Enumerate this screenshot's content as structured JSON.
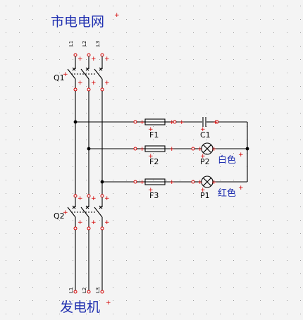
{
  "labels": {
    "grid_source": "市电电网",
    "generator_source": "发电机",
    "q1": "Q1",
    "q2": "Q2",
    "f1": "F1",
    "f2": "F2",
    "f3": "F3",
    "c1": "C1",
    "p2": "P2",
    "p1": "P1",
    "white": "白色",
    "red": "红色"
  },
  "terminals_top": [
    "L1",
    "L2",
    "L3"
  ],
  "terminals_bottom": [
    "L1",
    "L2",
    "L3"
  ],
  "colors": {
    "wire": "#000000",
    "marker": "#d40000",
    "text_blue": "#1f2fb0",
    "background": "#f4f4f4",
    "grid_dot": "#9a9a9a"
  }
}
